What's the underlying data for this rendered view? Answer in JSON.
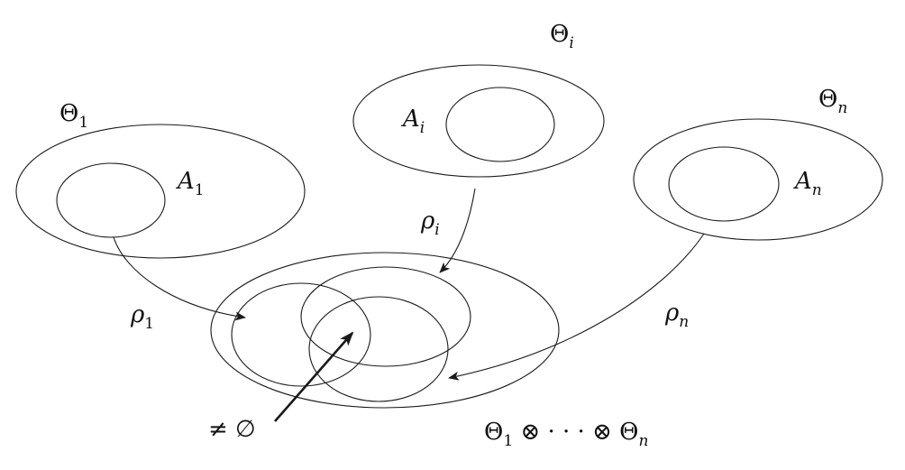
{
  "sets": [
    {
      "id": "theta-1",
      "outer_label": "Θ",
      "outer_sub": "1",
      "inner_label": "A",
      "inner_sub": "1",
      "map_label": "ρ",
      "map_sub": "1"
    },
    {
      "id": "theta-i",
      "outer_label": "Θ",
      "outer_sub": "i",
      "inner_label": "A",
      "inner_sub": "i",
      "map_label": "ρ",
      "map_sub": "i"
    },
    {
      "id": "theta-n",
      "outer_label": "Θ",
      "outer_sub": "n",
      "inner_label": "A",
      "inner_sub": "n",
      "map_label": "ρ",
      "map_sub": "n"
    }
  ],
  "product": {
    "label_parts": [
      "Θ",
      "1",
      " ⊗ · · · ⊗ ",
      "Θ",
      "n"
    ]
  },
  "intersection_label": "≠ ∅"
}
